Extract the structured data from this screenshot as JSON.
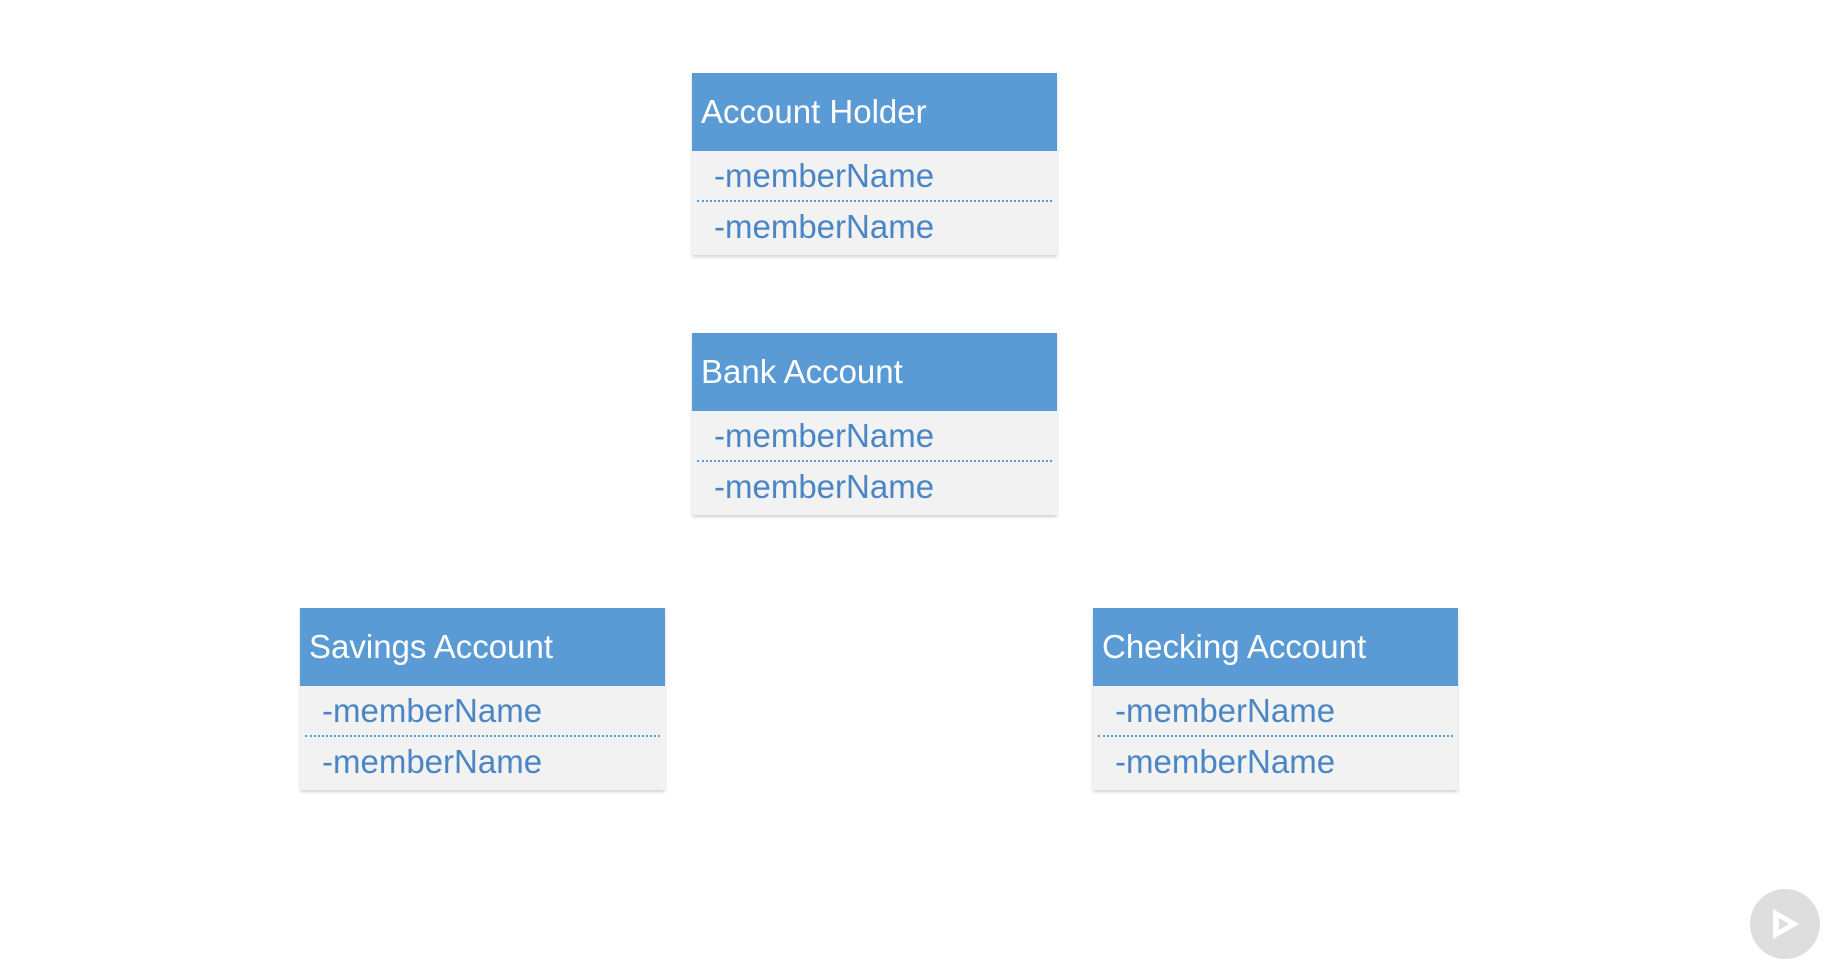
{
  "classes": [
    {
      "title": "Account Holder",
      "members": [
        "-memberName",
        "-memberName"
      ]
    },
    {
      "title": "Bank Account",
      "members": [
        "-memberName",
        "-memberName"
      ]
    },
    {
      "title": "Savings Account",
      "members": [
        "-memberName",
        "-memberName"
      ]
    },
    {
      "title": "Checking Account",
      "members": [
        "-memberName",
        "-memberName"
      ]
    }
  ],
  "colors": {
    "header": "#5b9bd5",
    "member_text": "#4a86c5",
    "body": "#f2f2f2"
  },
  "icons": {
    "play": "play-icon"
  }
}
